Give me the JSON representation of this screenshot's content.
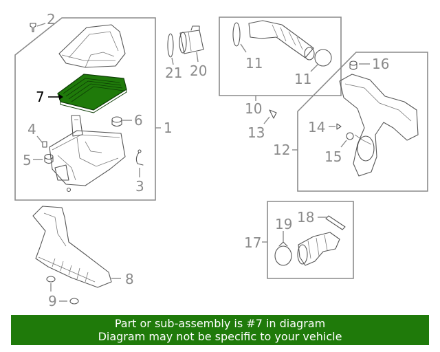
{
  "callouts": {
    "c1": "1",
    "c2": "2",
    "c3": "3",
    "c4": "4",
    "c5": "5",
    "c6": "6",
    "c7": "7",
    "c8": "8",
    "c9": "9",
    "c10": "10",
    "c11a": "11",
    "c11b": "11",
    "c12": "12",
    "c13": "13",
    "c14": "14",
    "c15": "15",
    "c16": "16",
    "c17": "17",
    "c18": "18",
    "c19": "19",
    "c20": "20",
    "c21": "21"
  },
  "highlight_part": "7",
  "colors": {
    "banner_bg": "#1f7a0a",
    "banner_text": "#ffffff",
    "highlight_fill": "#1f7a0a",
    "label_gray": "#8a8a8a"
  },
  "banner": {
    "line1": "Part or sub-assembly is #7 in diagram",
    "line2": "Diagram may not be specific to your vehicle"
  }
}
